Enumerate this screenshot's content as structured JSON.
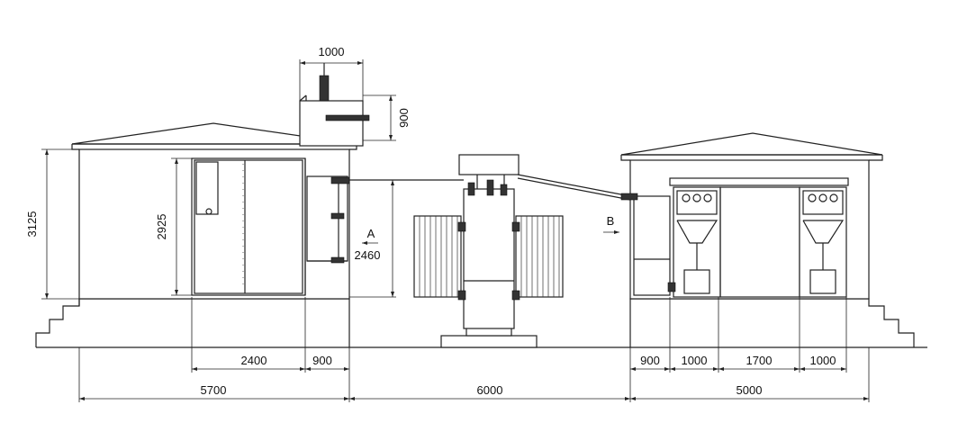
{
  "dimensions": {
    "top_width": "1000",
    "top_height": "900",
    "overall_height": "3125",
    "cabinet_height": "2925",
    "transformer_clearance": "2460",
    "bottom_2400": "2400",
    "bottom_900_left": "900",
    "left_building_width": "5700",
    "gap_width": "6000",
    "right_building_width": "5000",
    "right_900": "900",
    "right_1000_a": "1000",
    "right_1700": "1700",
    "right_1000_b": "1000"
  },
  "view_labels": {
    "view_a": "A",
    "view_b": "B"
  }
}
